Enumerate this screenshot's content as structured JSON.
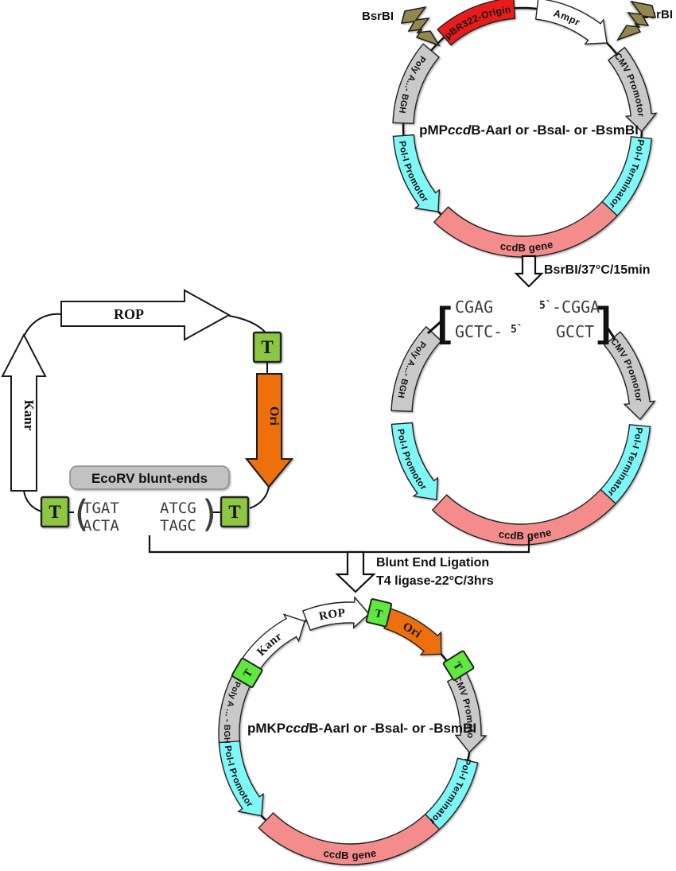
{
  "colors": {
    "red": "#e91c1c",
    "salmon": "#f58c8c",
    "cyan": "#80f7f7",
    "gray": "#c9c9c9",
    "green_insert": "#8dc63f",
    "green_plasmid": "#5fe83e",
    "orange": "#ed7009",
    "bolt": "#92874f",
    "white": "#ffffff"
  },
  "plasmid1": {
    "title_pre": "pMP",
    "title_ccd": "ccd",
    "title_post": "B-AarI or -BsaI- or -BsmBI",
    "bsrbi_left": "BsrBI",
    "bsrbi_right": "BsrBI",
    "segments": {
      "pbr": "pBR322-Origin",
      "ampr": "Ampr",
      "cmv": "CMV Promotor",
      "terminator": "Pol-I Terminator",
      "ccdb": "ccdB gene",
      "promotor": "Pol-I Promotor",
      "polya": "Poly A...- BGH"
    }
  },
  "step1": {
    "label": "BsrBI/37°C/15min"
  },
  "plasmid2": {
    "segments": {
      "cmv": "CMV Promotor",
      "terminator": "Pol-I Terminator",
      "ccdb": "ccdB gene",
      "promotor": "Pol-I Promotor",
      "polya": "Poly A...- BGH"
    },
    "cut": {
      "bracket_left": "[",
      "bracket_right": "]",
      "left_top": "CGAG",
      "left_bottom": "GCTC-",
      "left_prime": "5`",
      "right_prime": "5`",
      "right_top": "-CGGA",
      "right_bottom": "GCCT"
    }
  },
  "insert": {
    "rop": "ROP",
    "kanr": "Kanr",
    "ori": "Ori",
    "t": "T",
    "ecorv_label": "EcoRV blunt-ends",
    "seq": {
      "bracket_left": "(",
      "bracket_right": ")",
      "left_top": "TGAT",
      "left_bottom": "ACTA",
      "right_top": "ATCG",
      "right_bottom": "TAGC"
    }
  },
  "step2": {
    "line1": "Blunt End Ligation",
    "line2": "T4 ligase-22°C/3hrs"
  },
  "plasmid3": {
    "title_pre": "pMKP",
    "title_ccd": "ccd",
    "title_post": "B-AarI or -BsaI- or -BsmBI",
    "t": "T",
    "segments": {
      "rop": "ROP",
      "kanr": "Kanr",
      "ori": "Ori",
      "cmv": "CMV Promotor",
      "terminator": "Pol-I Terminator",
      "ccdb": "ccdB gene",
      "promotor": "Pol-I Promotor",
      "polya": "Poly A ... - BGH"
    }
  }
}
